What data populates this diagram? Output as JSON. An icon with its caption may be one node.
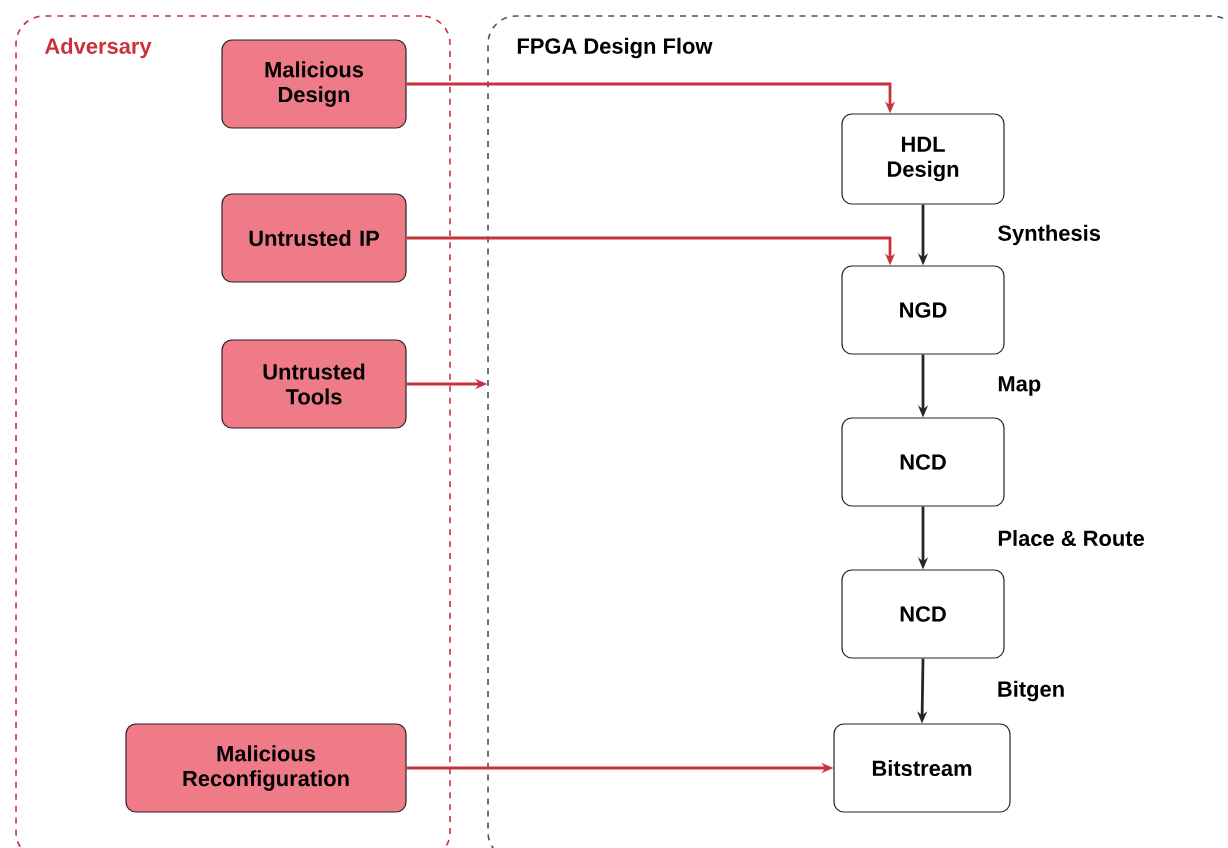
{
  "diagram": {
    "nodes": [
      {
        "text": [
          "Adversary"
        ]
      },
      {
        "text": [
          "Malicious Design"
        ],
        "in": 0
      },
      {
        "text": [
          "Untrusted IP"
        ],
        "in": 0
      },
      {
        "text": [
          "Untrusted Tools"
        ],
        "in": 0
      },
      {
        "text": [
          "Malicious Reconfiguration"
        ],
        "in": 0
      },
      {
        "text": [
          "FPGA Design Flow"
        ]
      },
      {
        "text": [
          "HDL Design"
        ],
        "in": 5
      },
      {
        "text": [
          "NGD"
        ],
        "in": 5
      },
      {
        "text": [
          "NCD"
        ],
        "in": 5
      },
      {
        "text": [
          "NCD"
        ],
        "in": 5
      },
      {
        "text": [
          "Bitstream"
        ],
        "in": 5
      }
    ],
    "edges": [
      {
        "from": 1,
        "to": 6,
        "arrow": "to",
        "color": "#c8323c"
      },
      {
        "from": 2,
        "to": 7,
        "arrow": "to",
        "color": "#c8323c"
      },
      {
        "from": 3,
        "to": 5,
        "arrow": "to",
        "color": "#c8323c"
      },
      {
        "from": 4,
        "to": 10,
        "arrow": "to",
        "color": "#c8323c"
      },
      {
        "from": 6,
        "to": 7,
        "arrow": "to",
        "label": "Synthesis",
        "color": "#262626"
      },
      {
        "from": 7,
        "to": 8,
        "arrow": "to",
        "label": "Map",
        "color": "#262626"
      },
      {
        "from": 8,
        "to": 9,
        "arrow": "to",
        "label": "Place & Route",
        "color": "#262626"
      },
      {
        "from": 9,
        "to": 10,
        "arrow": "to",
        "label": "Bitgen",
        "color": "#262626"
      }
    ]
  }
}
